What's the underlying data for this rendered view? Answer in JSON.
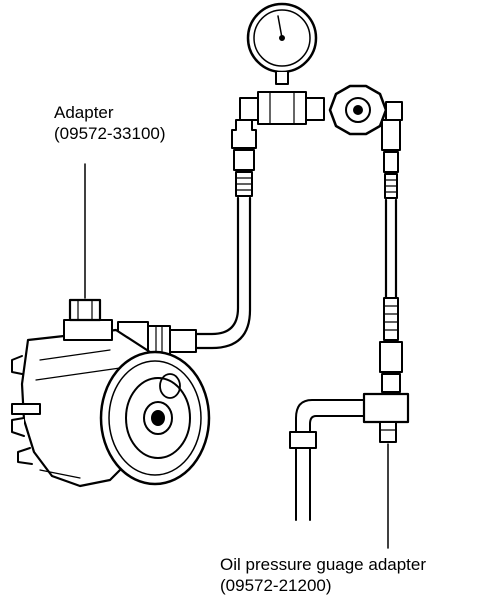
{
  "callouts": {
    "adapter": {
      "name": "Adapter",
      "part_no": "(09572-33100)"
    },
    "oil_adapter": {
      "name": "Oil pressure guage adapter",
      "part_no": "(09572-21200)"
    }
  },
  "colors": {
    "ink": "#000000",
    "paper": "#ffffff"
  }
}
